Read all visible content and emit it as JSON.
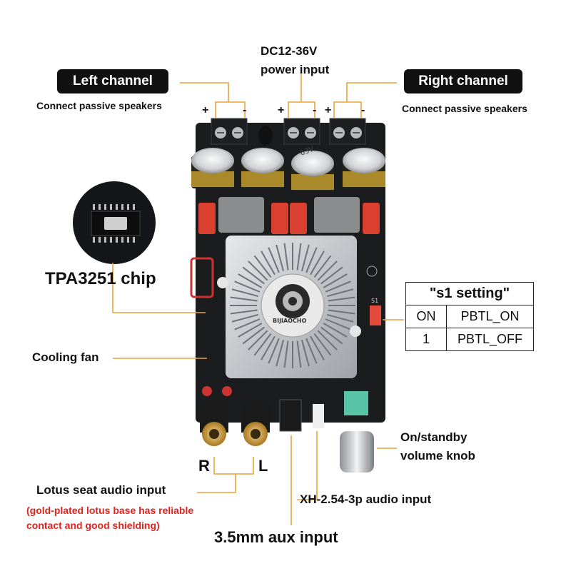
{
  "labels": {
    "left_channel": "Left channel",
    "right_channel": "Right channel",
    "connect_left": "Connect passive speakers",
    "connect_right": "Connect passive speakers",
    "power_line1": "DC12-36V",
    "power_line2": "power input",
    "chip": "TPA3251 chip",
    "fan": "Cooling fan",
    "knob_line1": "On/standby",
    "knob_line2": "volume knob",
    "lotus": "Lotus seat audio input",
    "lotus_note_line1": "(gold-plated lotus base has reliable",
    "lotus_note_line2": "contact and good shielding)",
    "xh": "XH-2.54-3p audio input",
    "aux": "3.5mm aux input",
    "r": "R",
    "l": "L",
    "plus": "+",
    "minus": "-"
  },
  "s1_table": {
    "header": "\"s1 setting\"",
    "rows": [
      {
        "key": "ON",
        "value": "PBTL_ON"
      },
      {
        "key": "1",
        "value": "PBTL_OFF"
      }
    ]
  },
  "board_markings": {
    "cap_text": "63V",
    "fan_brand": "BIJIAOCHO",
    "s1_label": "S1"
  },
  "colors": {
    "line": "#e8a33c",
    "pcb": "#1b1c1e",
    "heatsink": "#c9ccd0",
    "red_note": "#e0241d"
  }
}
